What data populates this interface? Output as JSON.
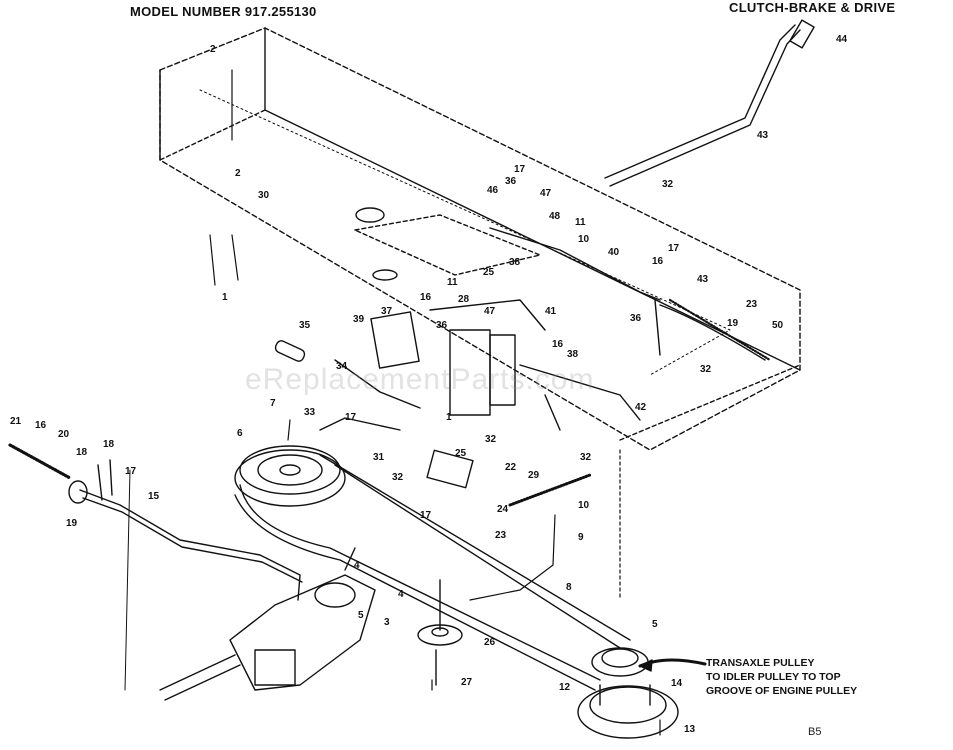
{
  "header": {
    "model_text": "MODEL NUMBER 917.255130",
    "section_title": "CLUTCH-BRAKE & DRIVE"
  },
  "note": {
    "lines": [
      "TRANSAXLE PULLEY",
      "TO IDLER PULLEY TO TOP",
      "GROOVE OF ENGINE PULLEY"
    ]
  },
  "watermark": "eReplacementParts.com",
  "page_code": "B5",
  "part_labels": [
    "2",
    "2",
    "30",
    "44",
    "43",
    "32",
    "17",
    "46",
    "36",
    "47",
    "48",
    "11",
    "10",
    "40",
    "17",
    "16",
    "43",
    "23",
    "19",
    "50",
    "11",
    "25",
    "38",
    "28",
    "41",
    "39",
    "37",
    "16",
    "36",
    "47",
    "16",
    "36",
    "38",
    "42",
    "35",
    "34",
    "33",
    "17",
    "7",
    "6",
    "31",
    "32",
    "25",
    "32",
    "22",
    "32",
    "10",
    "29",
    "21",
    "16",
    "20",
    "18",
    "18",
    "17",
    "15",
    "19",
    "24",
    "23",
    "17",
    "9",
    "4",
    "4",
    "5",
    "3",
    "8",
    "26",
    "27",
    "5",
    "12",
    "14",
    "13",
    "1",
    "1",
    "32"
  ],
  "colors": {
    "ink": "#111111",
    "background": "#ffffff"
  }
}
